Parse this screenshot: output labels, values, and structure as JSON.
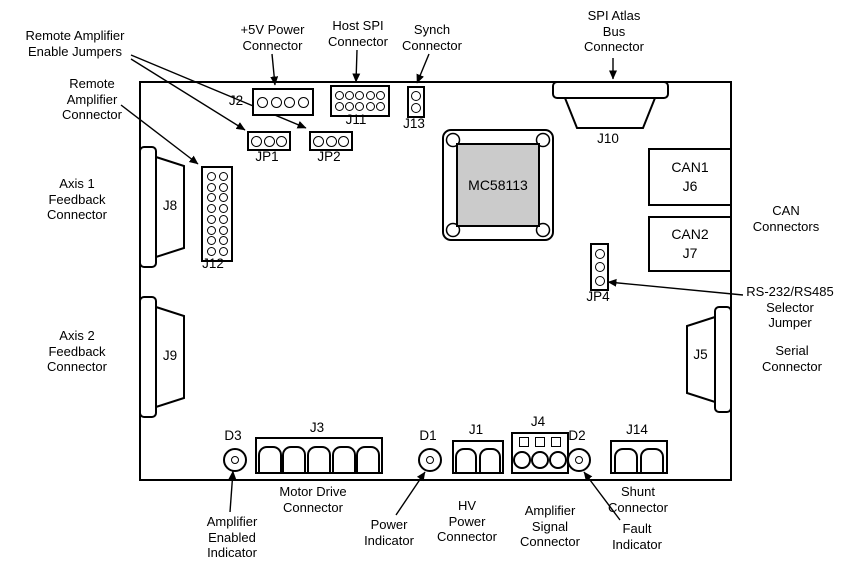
{
  "board": {
    "chip_label": "MC58113"
  },
  "connectors": {
    "j2": "J2",
    "j11": "J11",
    "j13": "J13",
    "j10": "J10",
    "jp1": "JP1",
    "jp2": "JP2",
    "jp4": "JP4",
    "j12": "J12",
    "j8": "J8",
    "j9": "J9",
    "j5": "J5",
    "j3": "J3",
    "j1": "J1",
    "j4": "J4",
    "j14": "J14",
    "can1": "CAN1\nJ6",
    "can2": "CAN2\nJ7",
    "d1": "D1",
    "d2": "D2",
    "d3": "D3"
  },
  "callouts": {
    "remote_amplifier_enable_jumpers": "Remote Amplifier\nEnable Jumpers",
    "remote_amplifier_connector": "Remote\nAmplifier\nConnector",
    "power_5v": "+5V Power\nConnector",
    "host_spi": "Host SPI\nConnector",
    "synch": "Synch\nConnector",
    "spi_atlas_bus": "SPI Atlas\nBus\nConnector",
    "axis1_feedback": "Axis 1\nFeedback\nConnector",
    "axis2_feedback": "Axis 2\nFeedback\nConnector",
    "can_connectors": "CAN\nConnectors",
    "rs232_rs485_selector": "RS-232/RS485\nSelector\nJumper",
    "serial": "Serial\nConnector",
    "amplifier_enabled_indicator": "Amplifier\nEnabled\nIndicator",
    "motor_drive": "Motor Drive\nConnector",
    "power_indicator": "Power\nIndicator",
    "hv_power": "HV\nPower\nConnector",
    "amplifier_signal": "Amplifier\nSignal\nConnector",
    "fault_indicator": "Fault\nIndicator",
    "shunt": "Shunt\nConnector"
  },
  "colors": {
    "outline": "#000000",
    "chip_fill": "#cbcbcb",
    "background": "#ffffff"
  }
}
